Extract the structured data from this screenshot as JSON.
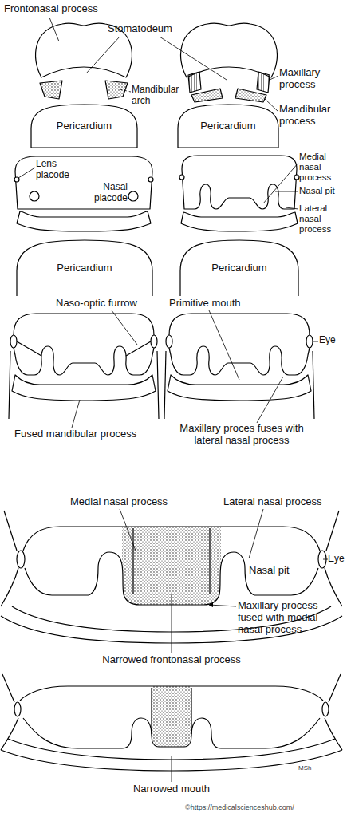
{
  "diagram": {
    "nodes": [
      {
        "text": [
          "Pericardium"
        ]
      },
      {
        "text": [
          "Pericardium"
        ]
      },
      {
        "text": [
          "Pericardium"
        ]
      },
      {
        "text": [
          "Pericardium"
        ]
      }
    ],
    "labels": [
      "Frontonasal process",
      "Stomatodeum",
      "Mandibular arch",
      "Maxillary process",
      "Mandibular process",
      "Lens placode",
      "Nasal placode",
      "Medial nasal process",
      "Nasal pit",
      "Lateral nasal process",
      "Naso-optic furrow",
      "Primitive mouth",
      "Eye",
      "Fused mandibular process",
      "Maxillary proces fuses with lateral nasal process",
      "Medial nasal process",
      "Lateral nasal process",
      "Eye",
      "Nasal pit",
      "Maxillary process fused with medial nasal process",
      "Narrowed frontonasal process",
      "Narrowed mouth",
      "MSh",
      "©https://medicalscienceshub.com/"
    ]
  }
}
